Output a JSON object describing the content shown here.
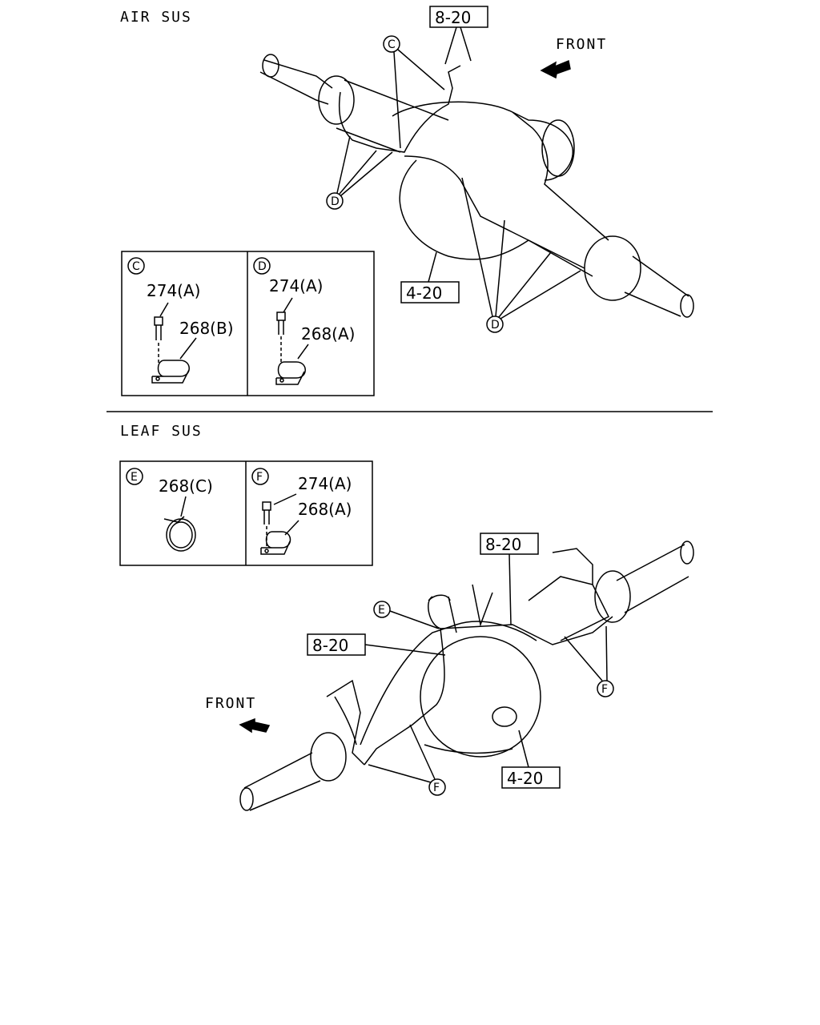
{
  "sections": {
    "air": {
      "title": "AIR SUS",
      "front": "FRONT"
    },
    "leaf": {
      "title": "LEAF SUS",
      "front": "FRONT"
    }
  },
  "callouts": {
    "air_8_20": "8-20",
    "air_4_20": "4-20",
    "leaf_8_20_top": "8-20",
    "leaf_8_20_left": "8-20",
    "leaf_4_20": "4-20"
  },
  "markers": {
    "c": "C",
    "d": "D",
    "e": "E",
    "f": "F"
  },
  "detail_boxes": {
    "c": {
      "bolt": "274(A)",
      "clip": "268(B)"
    },
    "d": {
      "bolt": "274(A)",
      "clip": "268(A)"
    },
    "e": {
      "clip": "268(C)"
    },
    "f": {
      "bolt": "274(A)",
      "clip": "268(A)"
    }
  }
}
